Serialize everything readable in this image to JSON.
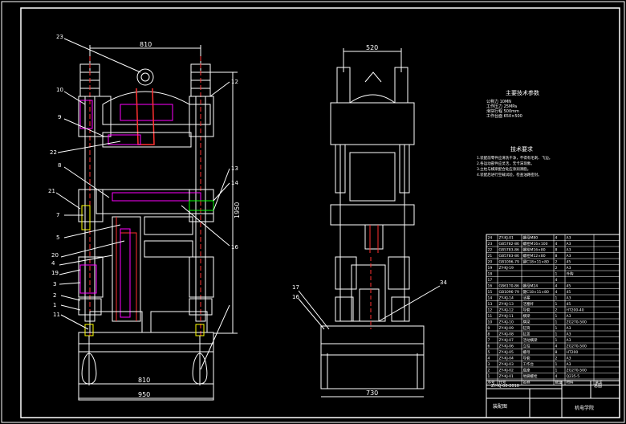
{
  "drawing": {
    "front_view": {
      "dims": {
        "top_width": "810",
        "bottom_width": "810",
        "base_width": "950",
        "height": "1950"
      },
      "leaders": [
        "23",
        "10",
        "9",
        "22",
        "8",
        "21",
        "7",
        "5",
        "20",
        "4",
        "19",
        "3",
        "2",
        "1",
        "11",
        "12",
        "13",
        "14",
        "16"
      ]
    },
    "side_view": {
      "dims": {
        "top_width": "520",
        "base_width": "730"
      },
      "leaders": [
        "17",
        "16",
        "34"
      ]
    },
    "specs": {
      "title": "主要技术参数",
      "rows": [
        "公称力 10MN",
        "工作压力 25MPa",
        "滑块行程 500mm",
        "工作台面 650×500"
      ]
    },
    "requirements": {
      "title": "技术要求",
      "lines": [
        "1.装配前零件应清洗干净，不得有毛刺、飞边。",
        "2.各运动部件应灵活，无卡滞现象。",
        "3.立柱与横梁配合处应涂润滑脂。",
        "4.装配后进行空载试验，检查油路密封。"
      ]
    },
    "parts_list": {
      "rows": [
        [
          "24",
          "ZY-KJ-01",
          "螺母M80",
          "4",
          "A3",
          ""
        ],
        [
          "23",
          "GB5782-86",
          "螺栓M16×100",
          "4",
          "A3",
          ""
        ],
        [
          "22",
          "GB5783-86",
          "螺栓M16×80",
          "8",
          "A3",
          ""
        ],
        [
          "21",
          "GB5783-86",
          "螺栓M12×80",
          "8",
          "A3",
          ""
        ],
        [
          "20",
          "GB1096-79",
          "键C18×11×80",
          "2",
          "45",
          ""
        ],
        [
          "19",
          "ZY-KJ-19",
          "",
          "2",
          "A3",
          ""
        ],
        [
          "18",
          "",
          "",
          "1",
          "外购",
          ""
        ],
        [
          "17",
          "",
          "",
          "4",
          "",
          ""
        ],
        [
          "16",
          "GB6170-86",
          "螺母M24",
          "4",
          "45",
          ""
        ],
        [
          "15",
          "GB1096-79",
          "键C18×11×80",
          "4",
          "45",
          ""
        ],
        [
          "14",
          "ZY-KJ-14",
          "活塞",
          "1",
          "A3",
          ""
        ],
        [
          "13",
          "ZY-KJ-13",
          "活塞杆",
          "1",
          "45",
          ""
        ],
        [
          "12",
          "ZY-KJ-12",
          "导套",
          "2",
          "HT200-40",
          ""
        ],
        [
          "11",
          "ZY-KJ-11",
          "横梁",
          "1",
          "A3",
          ""
        ],
        [
          "10",
          "ZY-KJ-10",
          "横梁",
          "1",
          "ZG270-500",
          ""
        ],
        [
          "9",
          "ZY-KJ-09",
          "缸筒",
          "1",
          "A3",
          ""
        ],
        [
          "8",
          "ZY-KJ-08",
          "缸盖",
          "1",
          "A3",
          ""
        ],
        [
          "7",
          "ZY-KJ-07",
          "活动横梁",
          "1",
          "A3",
          ""
        ],
        [
          "6",
          "ZY-KJ-06",
          "立柱",
          "4",
          "ZG270-500",
          ""
        ],
        [
          "5",
          "ZY-KJ-05",
          "螺母",
          "8",
          "HT200",
          ""
        ],
        [
          "4",
          "ZY-KJ-04",
          "导套",
          "2",
          "A3",
          ""
        ],
        [
          "3",
          "ZY-KJ-03",
          "工作台",
          "1",
          "A3",
          ""
        ],
        [
          "2",
          "ZY-KJ-02",
          "底座",
          "1",
          "ZG270-500",
          ""
        ],
        [
          "1",
          "ZY-KJ-01",
          "地脚螺栓",
          "4",
          "Q235-5",
          ""
        ]
      ],
      "header": [
        "序号",
        "代号",
        "名称",
        "数量",
        "材料",
        "备注"
      ]
    },
    "title_block": {
      "code": "ZY-KJ-00-2010",
      "name": "装配图",
      "org": "机电学院",
      "sheet": "总图"
    }
  }
}
